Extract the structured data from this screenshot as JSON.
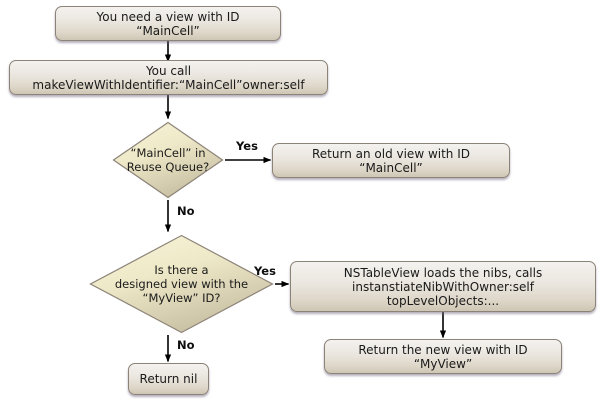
{
  "diagram": {
    "type": "flowchart",
    "title": "NSTableView makeViewWithIdentifier flow",
    "background_color": "#ffffff",
    "box_fill_top": "#f4f2ef",
    "box_fill_bottom": "#cfc6b4",
    "box_border_color": "#8c8378",
    "diamond_fill_top": "#f4f0cf",
    "diamond_fill_bottom": "#c8c0a6",
    "diamond_border_color": "#8c8378",
    "connector_color": "#000000",
    "text_color": "#1a1a1a"
  },
  "nodes": {
    "start": {
      "shape": "process",
      "label": "You need a view with ID “MainCell”"
    },
    "call": {
      "shape": "process",
      "label": "You call makeViewWithIdentifier:“MainCell”owner:self"
    },
    "decision_reuse": {
      "shape": "decision",
      "line1": "“MainCell” in",
      "line2": "Reuse Queue?"
    },
    "return_old": {
      "shape": "process",
      "label": "Return an old view with ID “MainCell”"
    },
    "decision_designed": {
      "shape": "decision",
      "line1": "Is there a",
      "line2": "designed view with the",
      "line3": "“MyView” ID?"
    },
    "loads_nibs": {
      "shape": "process",
      "line1": "NSTableView loads the nibs, calls",
      "line2": "instanstiateNibWithOwner:self topLevelObjects:..."
    },
    "return_new": {
      "shape": "process",
      "label": "Return the new view with ID “MyView”"
    },
    "return_nil": {
      "shape": "process",
      "label": "Return nil"
    }
  },
  "edges": {
    "start_to_call": {
      "label": ""
    },
    "call_to_decision_reuse": {
      "label": ""
    },
    "reuse_yes": {
      "label": "Yes"
    },
    "reuse_no": {
      "label": "No"
    },
    "designed_yes": {
      "label": "Yes"
    },
    "designed_no": {
      "label": "No"
    },
    "nibs_to_return_new": {
      "label": ""
    }
  }
}
